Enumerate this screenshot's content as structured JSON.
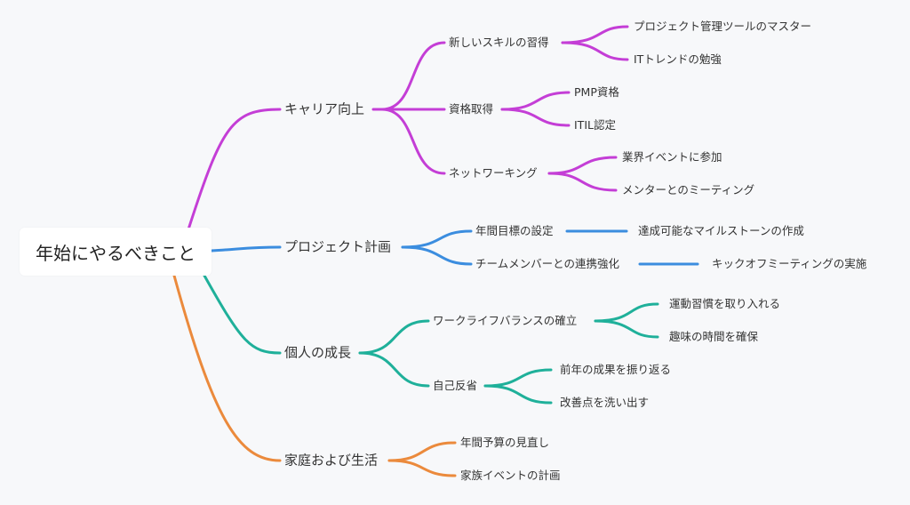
{
  "colors": {
    "career": "#c43ed6",
    "project": "#3b8ddf",
    "personal": "#1fb09a",
    "family": "#eb8a3c"
  },
  "root": "年始にやるべきこと",
  "career": {
    "label": "キャリア向上",
    "children": [
      {
        "label": "新しいスキルの習得",
        "children": [
          "プロジェクト管理ツールのマスター",
          "ITトレンドの勉強"
        ]
      },
      {
        "label": "資格取得",
        "children": [
          "PMP資格",
          "ITIL認定"
        ]
      },
      {
        "label": "ネットワーキング",
        "children": [
          "業界イベントに参加",
          "メンターとのミーティング"
        ]
      }
    ]
  },
  "project": {
    "label": "プロジェクト計画",
    "children": [
      {
        "label": "年間目標の設定",
        "children": [
          "達成可能なマイルストーンの作成"
        ]
      },
      {
        "label": "チームメンバーとの連携強化",
        "children": [
          "キックオフミーティングの実施"
        ]
      }
    ]
  },
  "personal": {
    "label": "個人の成長",
    "children": [
      {
        "label": "ワークライフバランスの確立",
        "children": [
          "運動習慣を取り入れる",
          "趣味の時間を確保"
        ]
      },
      {
        "label": "自己反省",
        "children": [
          "前年の成果を振り返る",
          "改善点を洗い出す"
        ]
      }
    ]
  },
  "family": {
    "label": "家庭および生活",
    "children": [
      "年間予算の見直し",
      "家族イベントの計画"
    ]
  }
}
